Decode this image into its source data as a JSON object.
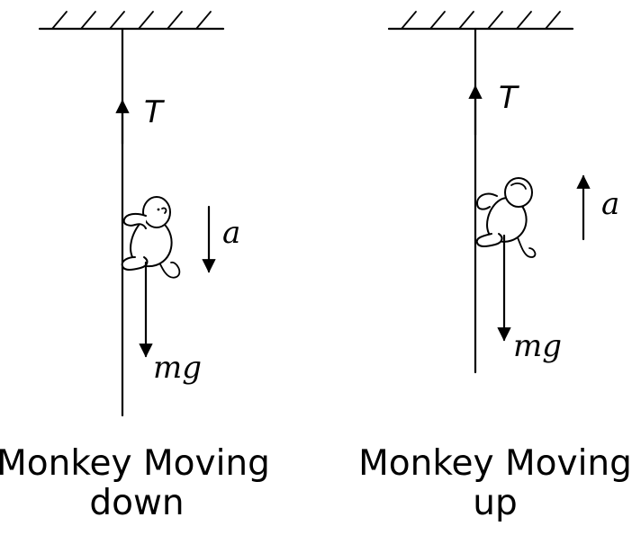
{
  "panels": [
    {
      "tension_label": "T",
      "accel_label": "a",
      "weight_label": "mg",
      "caption_line1": "Monkey Moving",
      "caption_line2": "down",
      "accel_direction": "down"
    },
    {
      "tension_label": "T",
      "accel_label": "a",
      "weight_label": "mg",
      "caption_line1": "Monkey Moving",
      "caption_line2": "up",
      "accel_direction": "up"
    }
  ]
}
